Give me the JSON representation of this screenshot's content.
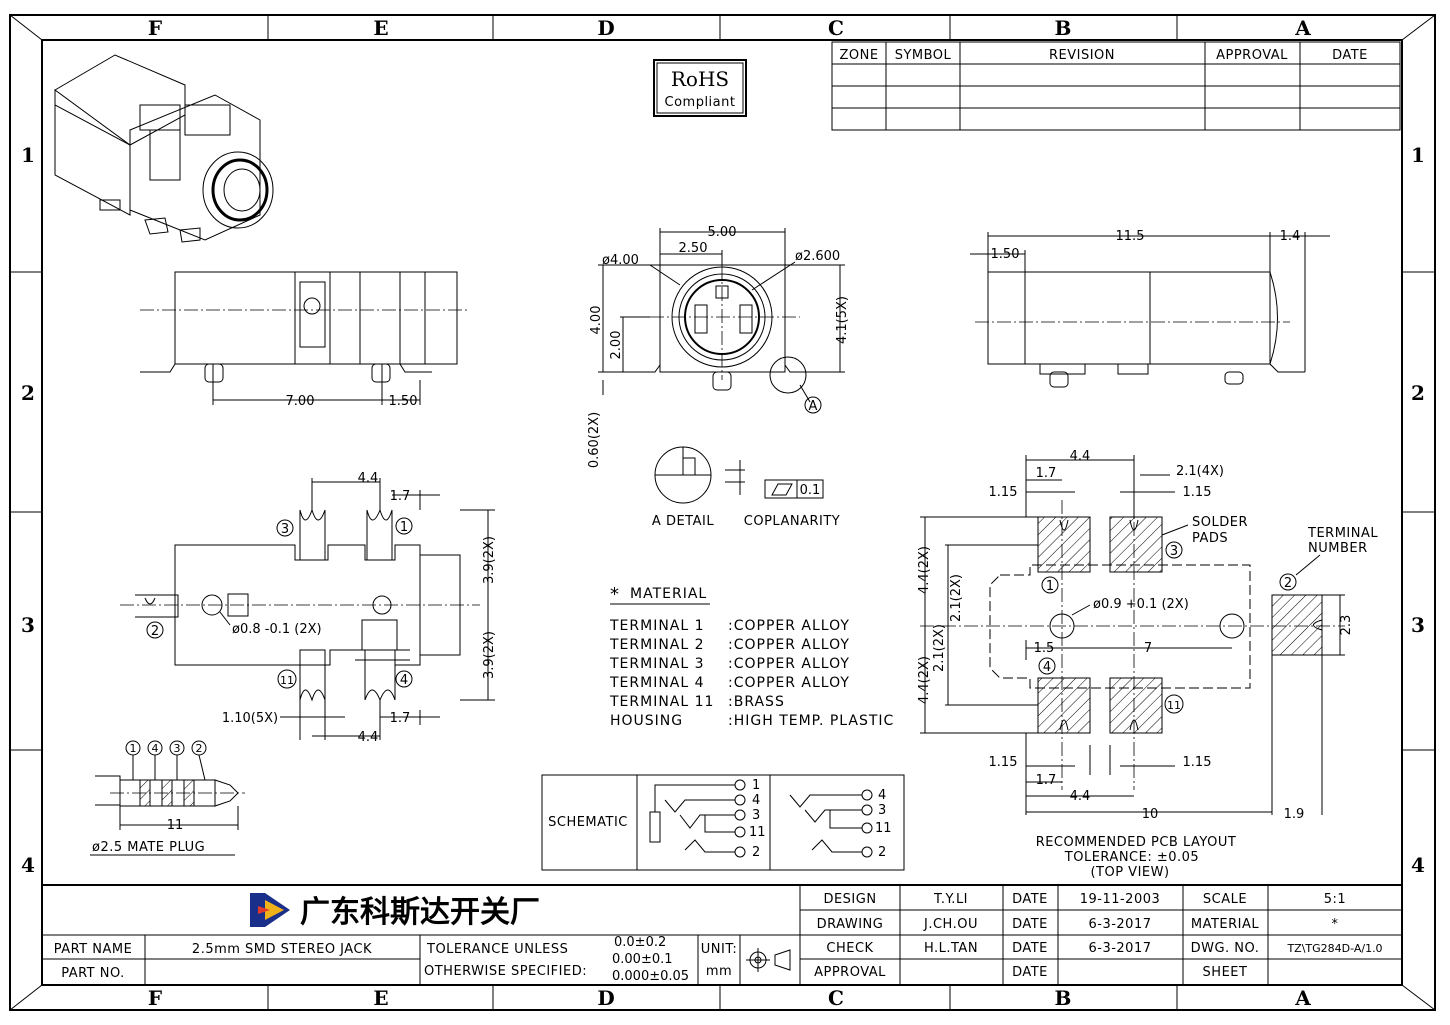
{
  "zones": {
    "columns": [
      "F",
      "E",
      "D",
      "C",
      "B",
      "A"
    ],
    "rows": [
      "1",
      "2",
      "3",
      "4"
    ]
  },
  "revision_table": {
    "headers": [
      "ZONE",
      "SYMBOL",
      "REVISION",
      "APPROVAL",
      "DATE"
    ]
  },
  "rohs": {
    "line1": "RoHS",
    "line2": "Compliant"
  },
  "front_view": {
    "d_body": "5.00",
    "d_half": "2.50",
    "d_outer": "ø4.00",
    "d_inner": "ø2.600",
    "h_4": "4.00",
    "h_2": "2.00",
    "h_41": "4.1(5X)",
    "pin": "0.60(2X)",
    "detail_ref": "A"
  },
  "side_view_left": {
    "d_7": "7.00",
    "d_15": "1.50"
  },
  "side_view_right": {
    "d_115": "11.5",
    "d_14": "1.4",
    "d_15": "1.50"
  },
  "detail": {
    "label_a": "A DETAIL",
    "label_cop": "COPLANARITY",
    "cop_val": "0.1"
  },
  "top_view": {
    "d_44_top": "4.4",
    "d_17_top": "1.7",
    "d_39_a": "3.9(2X)",
    "d_39_b": "3.9(2X)",
    "d_hole": "ø0.8 -0.1 (2X)",
    "d_110": "1.10(5X)",
    "d_17_bot": "1.7",
    "d_44_bot": "4.4",
    "terminals": [
      "3",
      "1",
      "2",
      "11",
      "4"
    ]
  },
  "material": {
    "title": "MATERIAL",
    "rows": [
      {
        "k": "TERMINAL  1",
        "v": ":COPPER  ALLOY"
      },
      {
        "k": "TERMINAL  2",
        "v": ":COPPER  ALLOY"
      },
      {
        "k": "TERMINAL  3",
        "v": ":COPPER  ALLOY"
      },
      {
        "k": "TERMINAL  4",
        "v": ":COPPER  ALLOY"
      },
      {
        "k": "TERMINAL  11",
        "v": ":BRASS"
      },
      {
        "k": "HOUSING",
        "v": ":HIGH  TEMP.  PLASTIC"
      }
    ]
  },
  "pcb": {
    "d_44": "4.4",
    "d_17": "1.7",
    "d_21": "2.1(4X)",
    "d_115a": "1.15",
    "d_115b": "1.15",
    "solder": "SOLDER",
    "pads": "PADS",
    "terminal": "TERMINAL",
    "number": "NUMBER",
    "d_44_2x_a": "4.4(2X)",
    "d_21_2x_a": "2.1(2X)",
    "d_21_2x_b": "2.1(2X)",
    "d_44_2x_b": "4.4(2X)",
    "d_hole": "ø0.9 +0.1 (2X)",
    "d_15": "1.5",
    "d_7": "7",
    "d_23": "2.3",
    "d_115c": "1.15",
    "d_115d": "1.15",
    "d_17b": "1.7",
    "d_44b": "4.4",
    "d_10": "10",
    "d_19": "1.9",
    "caption1": "RECOMMENDED  PCB  LAYOUT",
    "caption2": "TOLERANCE: ±0.05",
    "caption3": "(TOP  VIEW)",
    "terminals": [
      "1",
      "3",
      "2",
      "4",
      "11"
    ]
  },
  "plug": {
    "nums": [
      "1",
      "4",
      "3",
      "2"
    ],
    "len": "11",
    "caption": "ø2.5  MATE  PLUG"
  },
  "schematic": {
    "label": "SCHEMATIC",
    "left": [
      "1",
      "4",
      "3",
      "11",
      "2"
    ],
    "right": [
      "4",
      "3",
      "11",
      "2"
    ]
  },
  "title_block": {
    "company": "广东科斯达开关厂",
    "part_name_label": "PART  NAME",
    "part_name": "2.5mm  SMD  STEREO  JACK",
    "part_no_label": "PART  NO.",
    "tol1": "TOLERANCE  UNLESS",
    "tol2": "OTHERWISE  SPECIFIED:",
    "tol_v1": "0.0±0.2",
    "tol_v2": "0.00±0.1",
    "tol_v3": "0.000±0.05",
    "unit_label": "UNIT:",
    "unit": "mm",
    "rows": [
      {
        "role": "DESIGN",
        "name": "T.Y.LI",
        "dl": "DATE",
        "date": "19-11-2003",
        "k": "SCALE",
        "v": "5:1"
      },
      {
        "role": "DRAWING",
        "name": "J.CH.OU",
        "dl": "DATE",
        "date": "6-3-2017",
        "k": "MATERIAL",
        "v": "*"
      },
      {
        "role": "CHECK",
        "name": "H.L.TAN",
        "dl": "DATE",
        "date": "6-3-2017",
        "k": "DWG. NO.",
        "v": "TZ\\TG284D-A/1.0"
      },
      {
        "role": "APPROVAL",
        "name": "",
        "dl": "DATE",
        "date": "",
        "k": "SHEET",
        "v": ""
      }
    ]
  }
}
